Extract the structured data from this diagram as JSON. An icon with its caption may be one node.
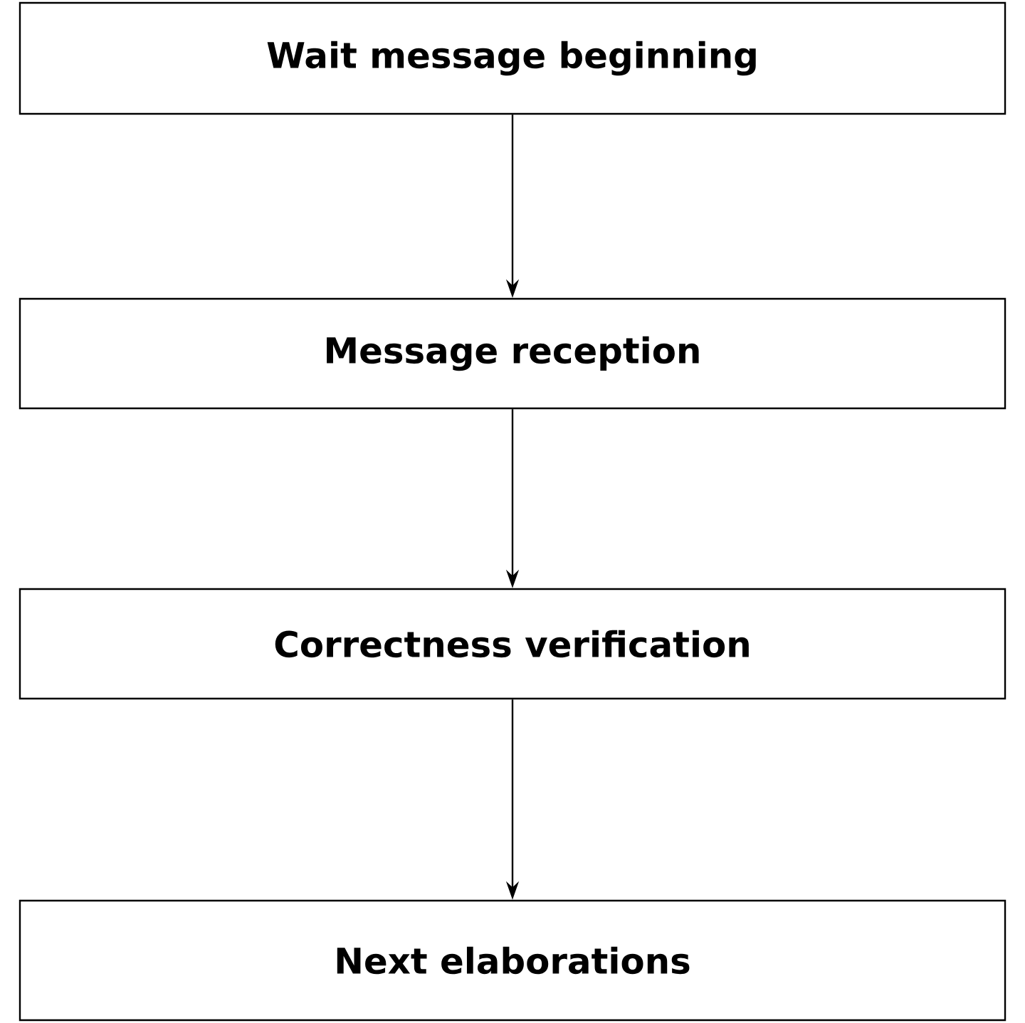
{
  "diagram": {
    "nodes": [
      {
        "text": [
          "Wait message beginning"
        ]
      },
      {
        "text": [
          "Message reception"
        ]
      },
      {
        "text": [
          "Correctness verification"
        ]
      },
      {
        "text": [
          "Next elaborations"
        ]
      }
    ],
    "edges": [
      {
        "from": 0,
        "to": 1,
        "arrow": "to"
      },
      {
        "from": 1,
        "to": 2,
        "arrow": "to"
      },
      {
        "from": 2,
        "to": 3,
        "arrow": "to"
      }
    ]
  }
}
